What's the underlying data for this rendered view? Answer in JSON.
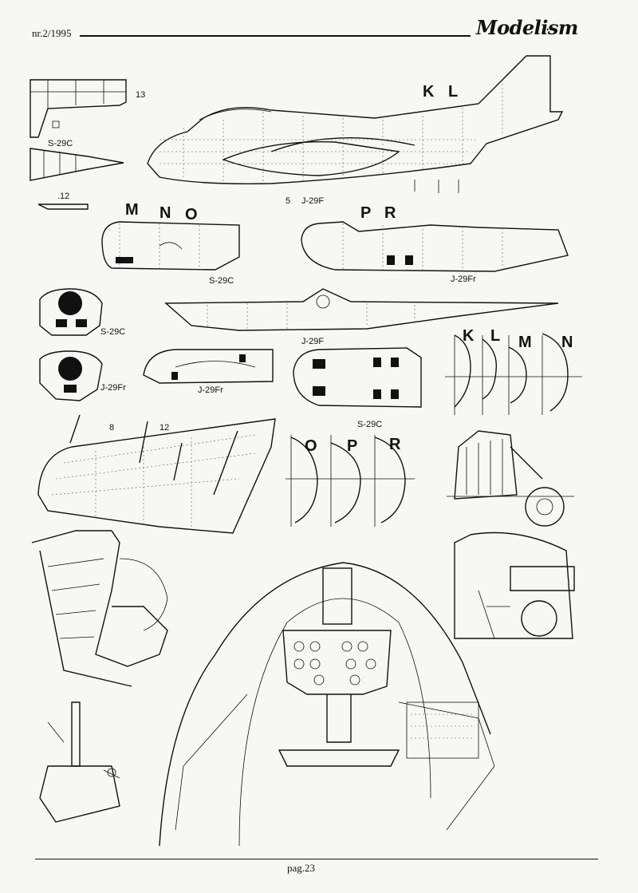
{
  "header": {
    "issue": "nr.2/1995",
    "logo": "Modelism",
    "logo_dots": "..."
  },
  "footer": {
    "page": "pag.23"
  },
  "labels": {
    "s29c_a": "S-29C",
    "num_13": "13",
    "num_12a": ".12",
    "num_5": "5",
    "j29f_a": "J-29F",
    "s29c_b": "S-29C",
    "j29fr_a": "J-29Fr",
    "s29c_c": "S-29C",
    "j29fr_b": "J-29Fr",
    "j29f_b": "J-29F",
    "j29fr_c": "J-29Fr",
    "s29c_d": "S-29C",
    "num_8": "8",
    "num_12b": "12"
  },
  "section_letters": {
    "k_top": "K",
    "l_top": "L",
    "m_top": "M",
    "n_top": "N",
    "o_top": "O",
    "p_top": "P",
    "r_top": "R",
    "k_sec": "K",
    "l_sec": "L",
    "m_sec": "M",
    "n_sec": "N",
    "o_sec": "O",
    "p_sec": "P",
    "r_sec": "R"
  }
}
